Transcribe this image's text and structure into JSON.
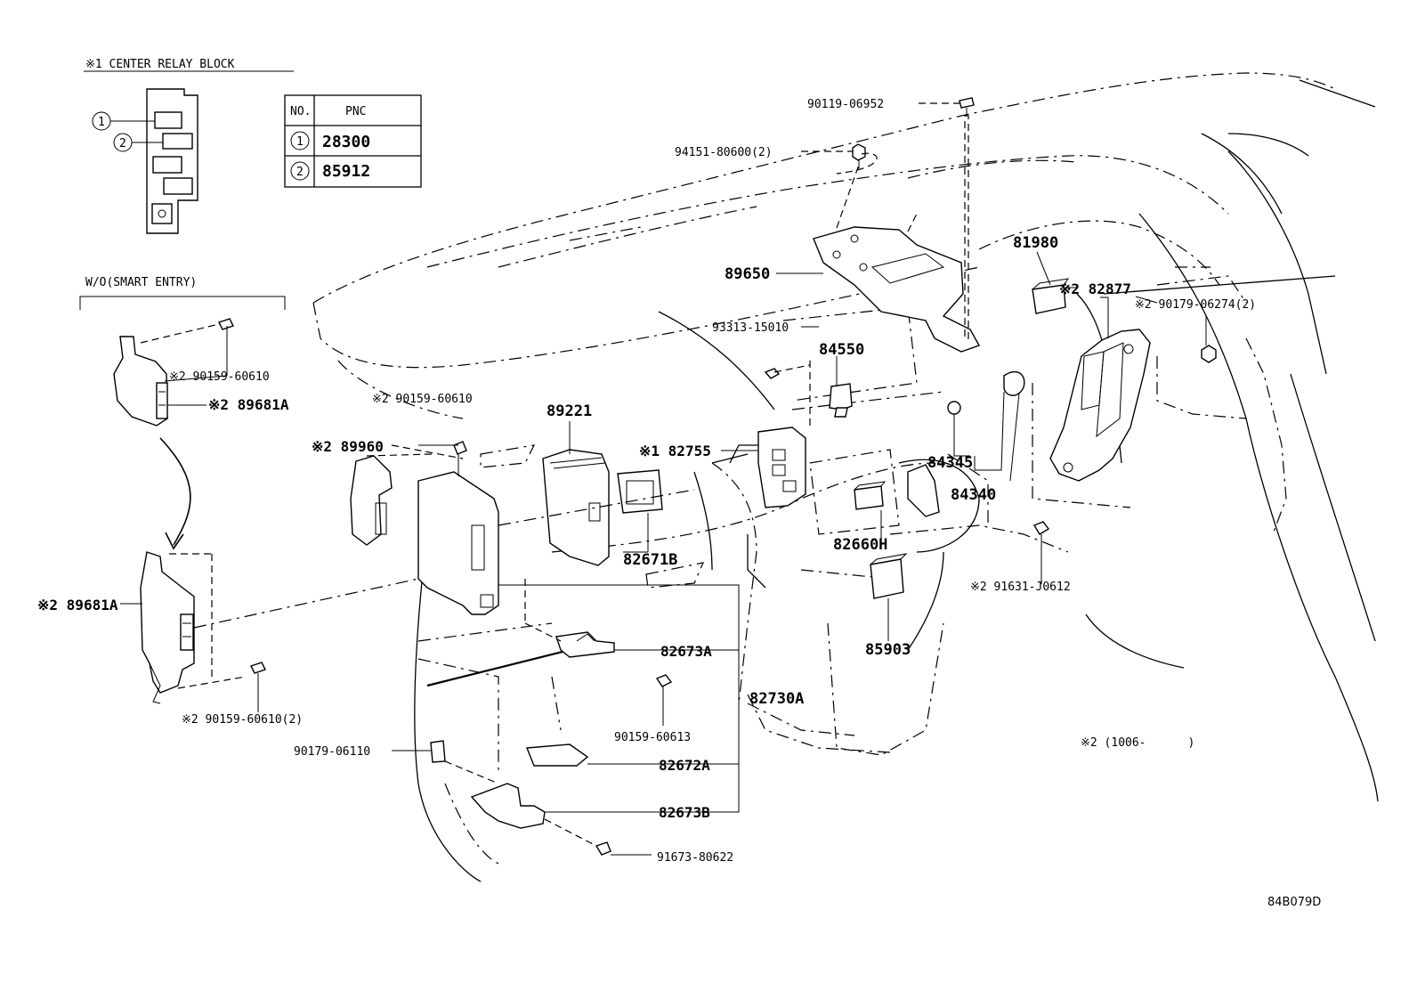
{
  "legend": {
    "title": "※1 CENTER RELAY BLOCK",
    "table": {
      "col_no": "NO.",
      "col_pnc": "PNC",
      "rows": [
        {
          "no": "1",
          "pnc": "28300"
        },
        {
          "no": "2",
          "pnc": "85912"
        }
      ]
    },
    "callouts": [
      "1",
      "2"
    ]
  },
  "smart_entry": {
    "title": "W/O(SMART ENTRY)"
  },
  "parts": {
    "p90119": "90119-06952",
    "p94151": "94151-80600(2)",
    "p89650": "89650",
    "p81980": "81980",
    "p82877": "※2 82877",
    "p90179a": "※2 90179-06274(2)",
    "p93313": "93313-15010",
    "p84550": "84550",
    "p290159": "※2 90159-60610",
    "p89681a_top": "※2 89681A",
    "p90159_mid": "※2 90159-60610",
    "p89221": "89221",
    "p89960": "※2 89960",
    "p82755": "※1 82755",
    "p84345": "84345",
    "p84340": "84340",
    "p82660h": "82660H",
    "p82671b": "82671B",
    "p91631": "※2 91631-J0612",
    "p89681a_bot": "※2 89681A",
    "p82673a": "82673A",
    "p85903": "85903",
    "p82730a": "82730A",
    "p90159_60613": "90159-60613",
    "p90159_bot": "※2 90159-60610(2)",
    "p90179b": "90179-06110",
    "p82672a": "82672A",
    "p82673b": "82673B",
    "p91673": "91673-80622"
  },
  "note": "※2 (1006-      )",
  "figure_code": "84B079D"
}
